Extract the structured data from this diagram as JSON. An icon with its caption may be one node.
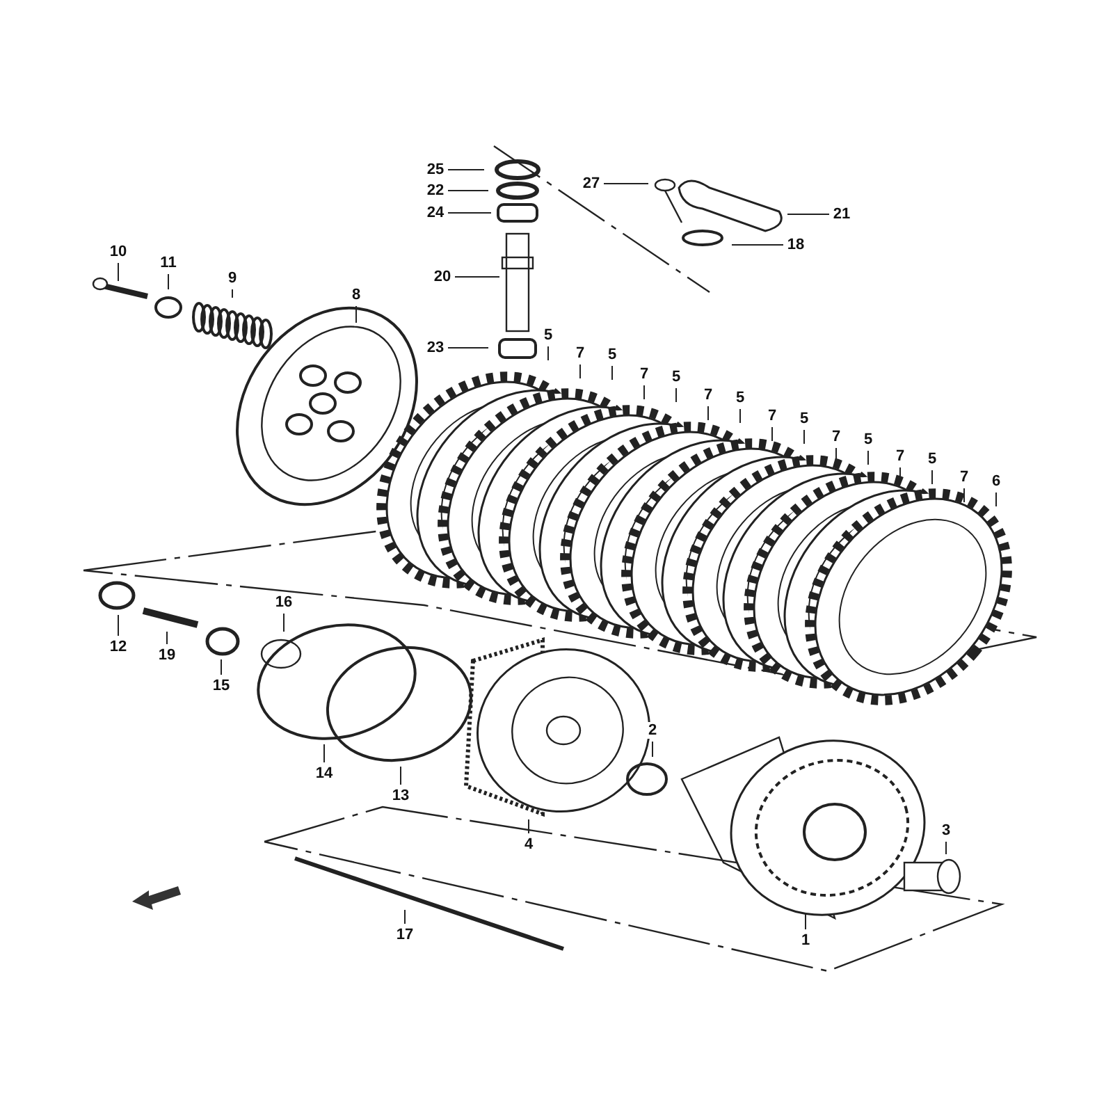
{
  "diagram": {
    "nodes": [
      {
        "text": [
          "25"
        ]
      },
      {
        "text": [
          "22"
        ]
      },
      {
        "text": [
          "24"
        ]
      },
      {
        "text": [
          "27"
        ]
      },
      {
        "text": [
          "21"
        ]
      },
      {
        "text": [
          "18"
        ]
      },
      {
        "text": [
          "10"
        ]
      },
      {
        "text": [
          "11"
        ]
      },
      {
        "text": [
          "9"
        ]
      },
      {
        "text": [
          "20"
        ]
      },
      {
        "text": [
          "8"
        ]
      },
      {
        "text": [
          "5"
        ]
      },
      {
        "text": [
          "23"
        ]
      },
      {
        "text": [
          "7"
        ]
      },
      {
        "text": [
          "5"
        ]
      },
      {
        "text": [
          "7"
        ]
      },
      {
        "text": [
          "5"
        ]
      },
      {
        "text": [
          "7"
        ]
      },
      {
        "text": [
          "5"
        ]
      },
      {
        "text": [
          "7"
        ]
      },
      {
        "text": [
          "5"
        ]
      },
      {
        "text": [
          "7"
        ]
      },
      {
        "text": [
          "5"
        ]
      },
      {
        "text": [
          "7"
        ]
      },
      {
        "text": [
          "5"
        ]
      },
      {
        "text": [
          "7"
        ]
      },
      {
        "text": [
          "6"
        ]
      },
      {
        "text": [
          "16"
        ]
      },
      {
        "text": [
          "12"
        ]
      },
      {
        "text": [
          "19"
        ]
      },
      {
        "text": [
          "15"
        ]
      },
      {
        "text": [
          "2"
        ]
      },
      {
        "text": [
          "14"
        ]
      },
      {
        "text": [
          "13"
        ]
      },
      {
        "text": [
          "3"
        ]
      },
      {
        "text": [
          "4"
        ]
      },
      {
        "text": [
          "17"
        ]
      },
      {
        "text": [
          "1"
        ]
      }
    ],
    "edges": [
      {
        "from": 0,
        "to": null,
        "arrow": "none"
      },
      {
        "from": 1,
        "to": null,
        "arrow": "none"
      },
      {
        "from": 2,
        "to": null,
        "arrow": "none"
      },
      {
        "from": 3,
        "to": null,
        "arrow": "none"
      },
      {
        "from": 4,
        "to": null,
        "arrow": "none"
      },
      {
        "from": 5,
        "to": null,
        "arrow": "none"
      },
      {
        "from": 6,
        "to": null,
        "arrow": "none"
      },
      {
        "from": 7,
        "to": null,
        "arrow": "none"
      },
      {
        "from": 8,
        "to": null,
        "arrow": "none"
      },
      {
        "from": 9,
        "to": null,
        "arrow": "none"
      },
      {
        "from": 10,
        "to": null,
        "arrow": "none"
      },
      {
        "from": 11,
        "to": null,
        "arrow": "none"
      },
      {
        "from": 12,
        "to": null,
        "arrow": "none"
      },
      {
        "from": 13,
        "to": null,
        "arrow": "none"
      },
      {
        "from": 14,
        "to": null,
        "arrow": "none"
      },
      {
        "from": 15,
        "to": null,
        "arrow": "none"
      },
      {
        "from": 16,
        "to": null,
        "arrow": "none"
      },
      {
        "from": 17,
        "to": null,
        "arrow": "none"
      },
      {
        "from": 18,
        "to": null,
        "arrow": "none"
      },
      {
        "from": 19,
        "to": null,
        "arrow": "none"
      },
      {
        "from": 20,
        "to": null,
        "arrow": "none"
      },
      {
        "from": 21,
        "to": null,
        "arrow": "none"
      },
      {
        "from": 22,
        "to": null,
        "arrow": "none"
      },
      {
        "from": 23,
        "to": null,
        "arrow": "none"
      },
      {
        "from": 24,
        "to": null,
        "arrow": "none"
      },
      {
        "from": 25,
        "to": null,
        "arrow": "none"
      },
      {
        "from": 26,
        "to": null,
        "arrow": "none"
      },
      {
        "from": 27,
        "to": null,
        "arrow": "none"
      },
      {
        "from": 28,
        "to": null,
        "arrow": "none"
      },
      {
        "from": 29,
        "to": null,
        "arrow": "none"
      },
      {
        "from": 30,
        "to": null,
        "arrow": "none"
      },
      {
        "from": 31,
        "to": null,
        "arrow": "none"
      },
      {
        "from": 32,
        "to": null,
        "arrow": "none"
      },
      {
        "from": 33,
        "to": null,
        "arrow": "none"
      },
      {
        "from": 34,
        "to": null,
        "arrow": "none"
      },
      {
        "from": 35,
        "to": null,
        "arrow": "none"
      },
      {
        "from": 36,
        "to": null,
        "arrow": "none"
      },
      {
        "from": 37,
        "to": null,
        "arrow": "none"
      }
    ]
  }
}
